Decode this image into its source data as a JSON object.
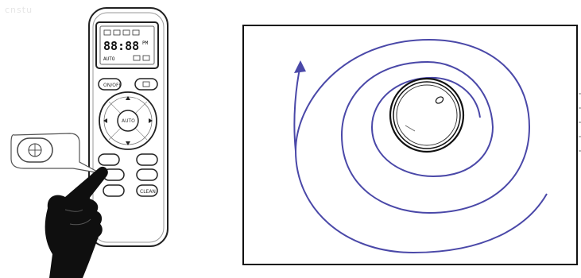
{
  "header": {
    "faint_label": "cnstu"
  },
  "remote": {
    "display": {
      "digits": "88:88",
      "unit_top": "PM",
      "indicator_left": "AUTO"
    },
    "buttons": {
      "left_top": "ON/OFF",
      "center": "AUTO",
      "bottom_right": "CLEAN"
    }
  },
  "colors": {
    "path": "#4a48a8",
    "outline": "#111111",
    "remote_body": "#ffffff",
    "hand": "#111111"
  },
  "icons": [
    "spiral-mode-icon",
    "hand-pointer-icon",
    "robot-vacuum-icon",
    "arrow-head-icon"
  ]
}
